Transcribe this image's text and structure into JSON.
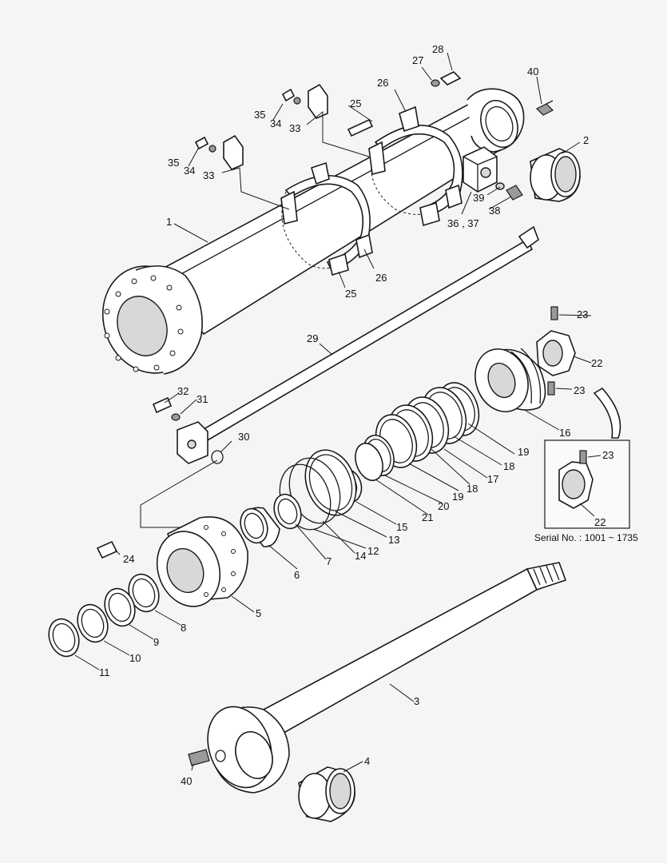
{
  "callouts": {
    "c1": "1",
    "c2": "2",
    "c3": "3",
    "c4": "4",
    "c5": "5",
    "c6": "6",
    "c7": "7",
    "c8": "8",
    "c9": "9",
    "c10": "10",
    "c11": "11",
    "c12": "12",
    "c13": "13",
    "c14": "14",
    "c15": "15",
    "c16": "16",
    "c17": "17",
    "c18a": "18",
    "c18b": "18",
    "c19a": "19",
    "c19b": "19",
    "c20": "20",
    "c21": "21",
    "c22a": "22",
    "c22b": "22",
    "c23a": "23",
    "c23b": "23",
    "c23c": "23",
    "c24": "24",
    "c25a": "25",
    "c25b": "25",
    "c26a": "26",
    "c26b": "26",
    "c27": "27",
    "c28": "28",
    "c29": "29",
    "c30": "30",
    "c31": "31",
    "c32": "32",
    "c33a": "33",
    "c33b": "33",
    "c34a": "34",
    "c34b": "34",
    "c35a": "35",
    "c35b": "35",
    "c3637": "36 , 37",
    "c38": "38",
    "c39": "39",
    "c40a": "40",
    "c40b": "40"
  },
  "inset": {
    "serial_text": "Serial No. : 1001 ~ 1735"
  }
}
